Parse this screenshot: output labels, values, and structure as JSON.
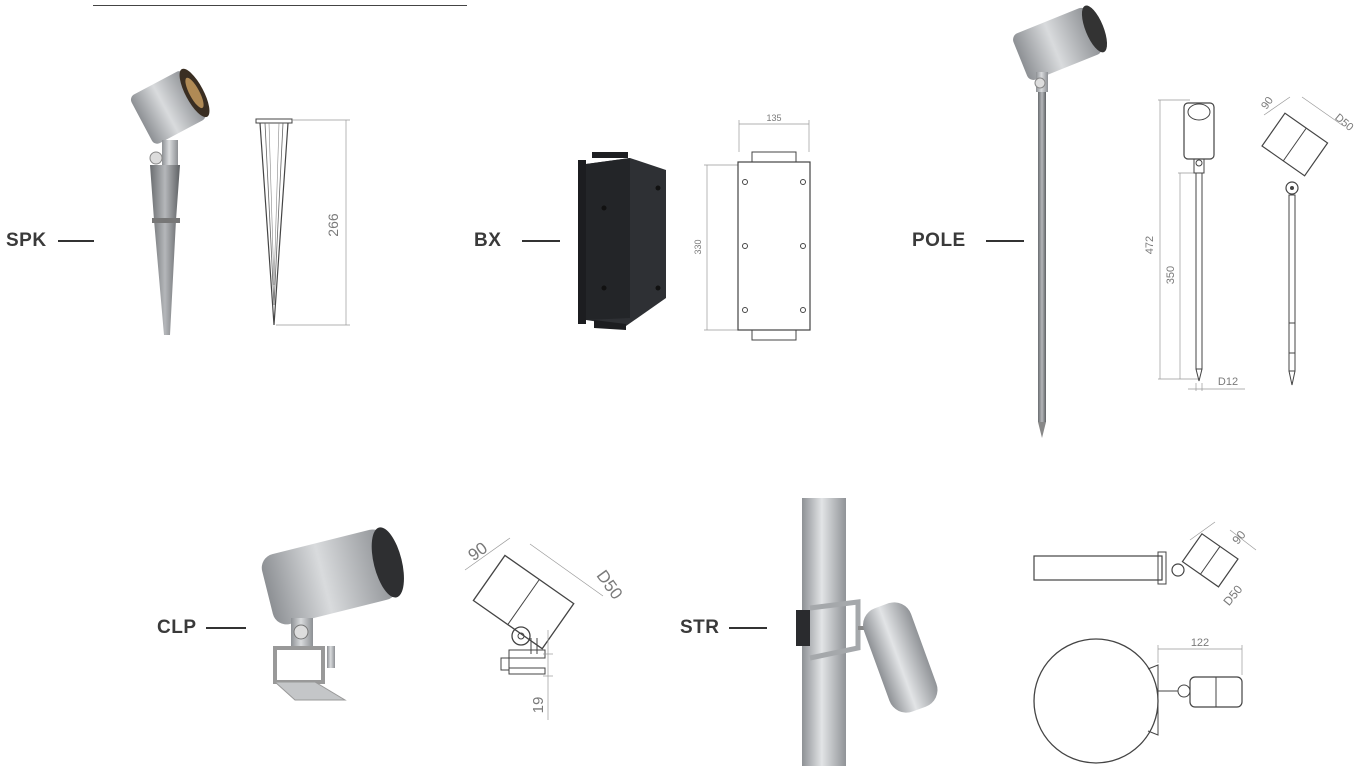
{
  "labels": {
    "spk": "SPK",
    "bx": "BX",
    "pole": "POLE",
    "clp": "CLP",
    "str": "STR"
  },
  "dimensions": {
    "spk_height": "266",
    "bx_width": "135",
    "bx_height": "330",
    "pole_total": "472",
    "pole_shaft": "350",
    "pole_diameter": "D12",
    "pole_head_length": "90",
    "pole_head_diameter": "D50",
    "clp_head_length": "90",
    "clp_head_diameter": "D50",
    "clp_clip": "19",
    "str_head_length": "90",
    "str_head_diameter": "D50",
    "str_offset": "122"
  },
  "colors": {
    "label": "#3a3a3a",
    "metal": "#b8bbbe",
    "dark_box": "#2b2d31",
    "line": "#555555",
    "dim_text": "#7a7a7a"
  }
}
